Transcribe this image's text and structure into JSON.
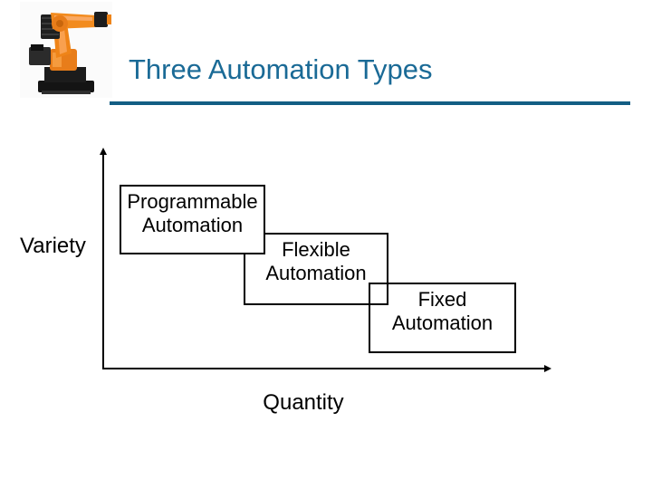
{
  "slide": {
    "title": "Three Automation Types"
  },
  "theme": {
    "title_color": "#1A6A96",
    "rule_color": "#135E84",
    "diagram_color": "#000000",
    "robot_orange": "#EE7F1A"
  },
  "icons": {
    "robot": "industrial-robot-arm"
  },
  "diagram": {
    "y_axis_label": "Variety",
    "x_axis_label": "Quantity",
    "boxes": [
      {
        "line1": "Programmable",
        "line2": "Automation"
      },
      {
        "line1": "Flexible",
        "line2": "Automation"
      },
      {
        "line1": "Fixed",
        "line2": "Automation"
      }
    ]
  }
}
